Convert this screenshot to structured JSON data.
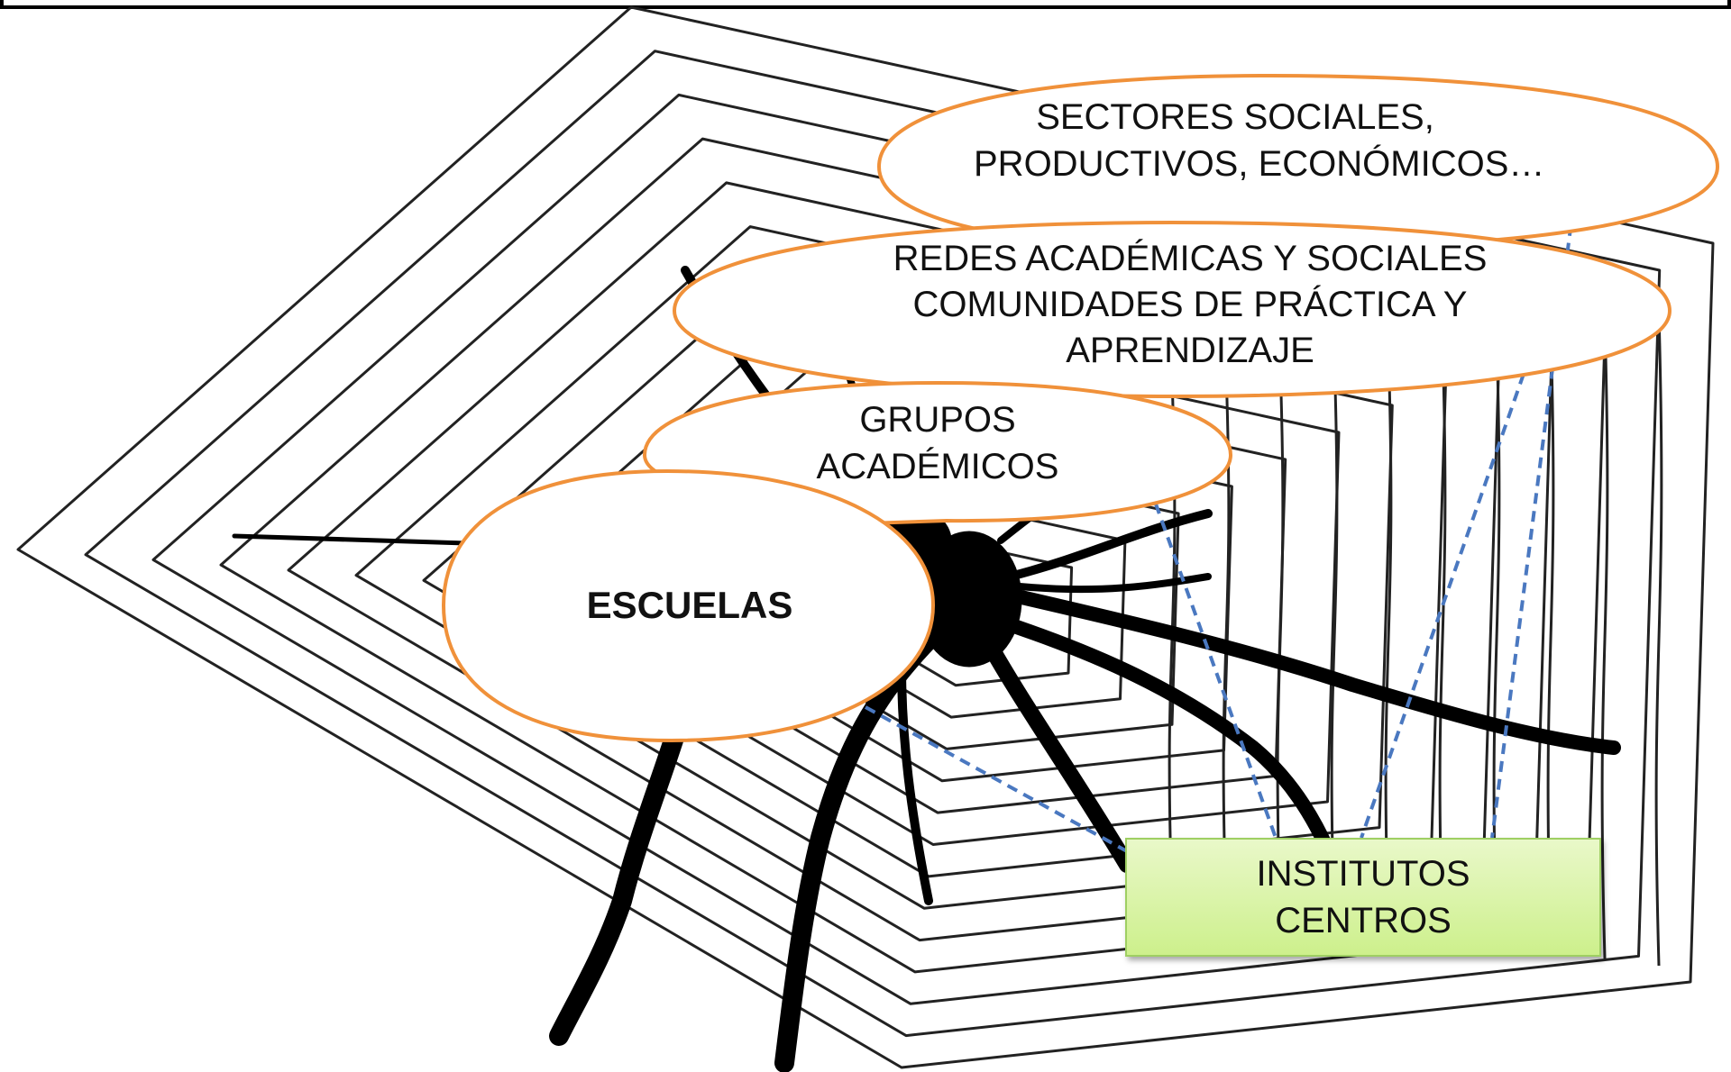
{
  "bubbles": {
    "sectores": {
      "line1": "SECTORES SOCIALES,",
      "line2": "PRODUCTIVOS, ECONÓMICOS…"
    },
    "redes": {
      "line1": "REDES ACADÉMICAS Y SOCIALES",
      "line2": "COMUNIDADES DE PRÁCTICA Y",
      "line3": "APRENDIZAJE"
    },
    "grupos": {
      "line1": "GRUPOS",
      "line2": "ACADÉMICOS"
    },
    "escuelas": {
      "label": "ESCUELAS"
    }
  },
  "institutos": {
    "line1": "INSTITUTOS",
    "line2": "CENTROS"
  },
  "colors": {
    "bubble_outline": "#f0913a",
    "connector": "#4a78c0",
    "box_fill": "#d6f29f",
    "box_border": "#9fcf63",
    "web": "#222222",
    "spider": "#000000"
  }
}
